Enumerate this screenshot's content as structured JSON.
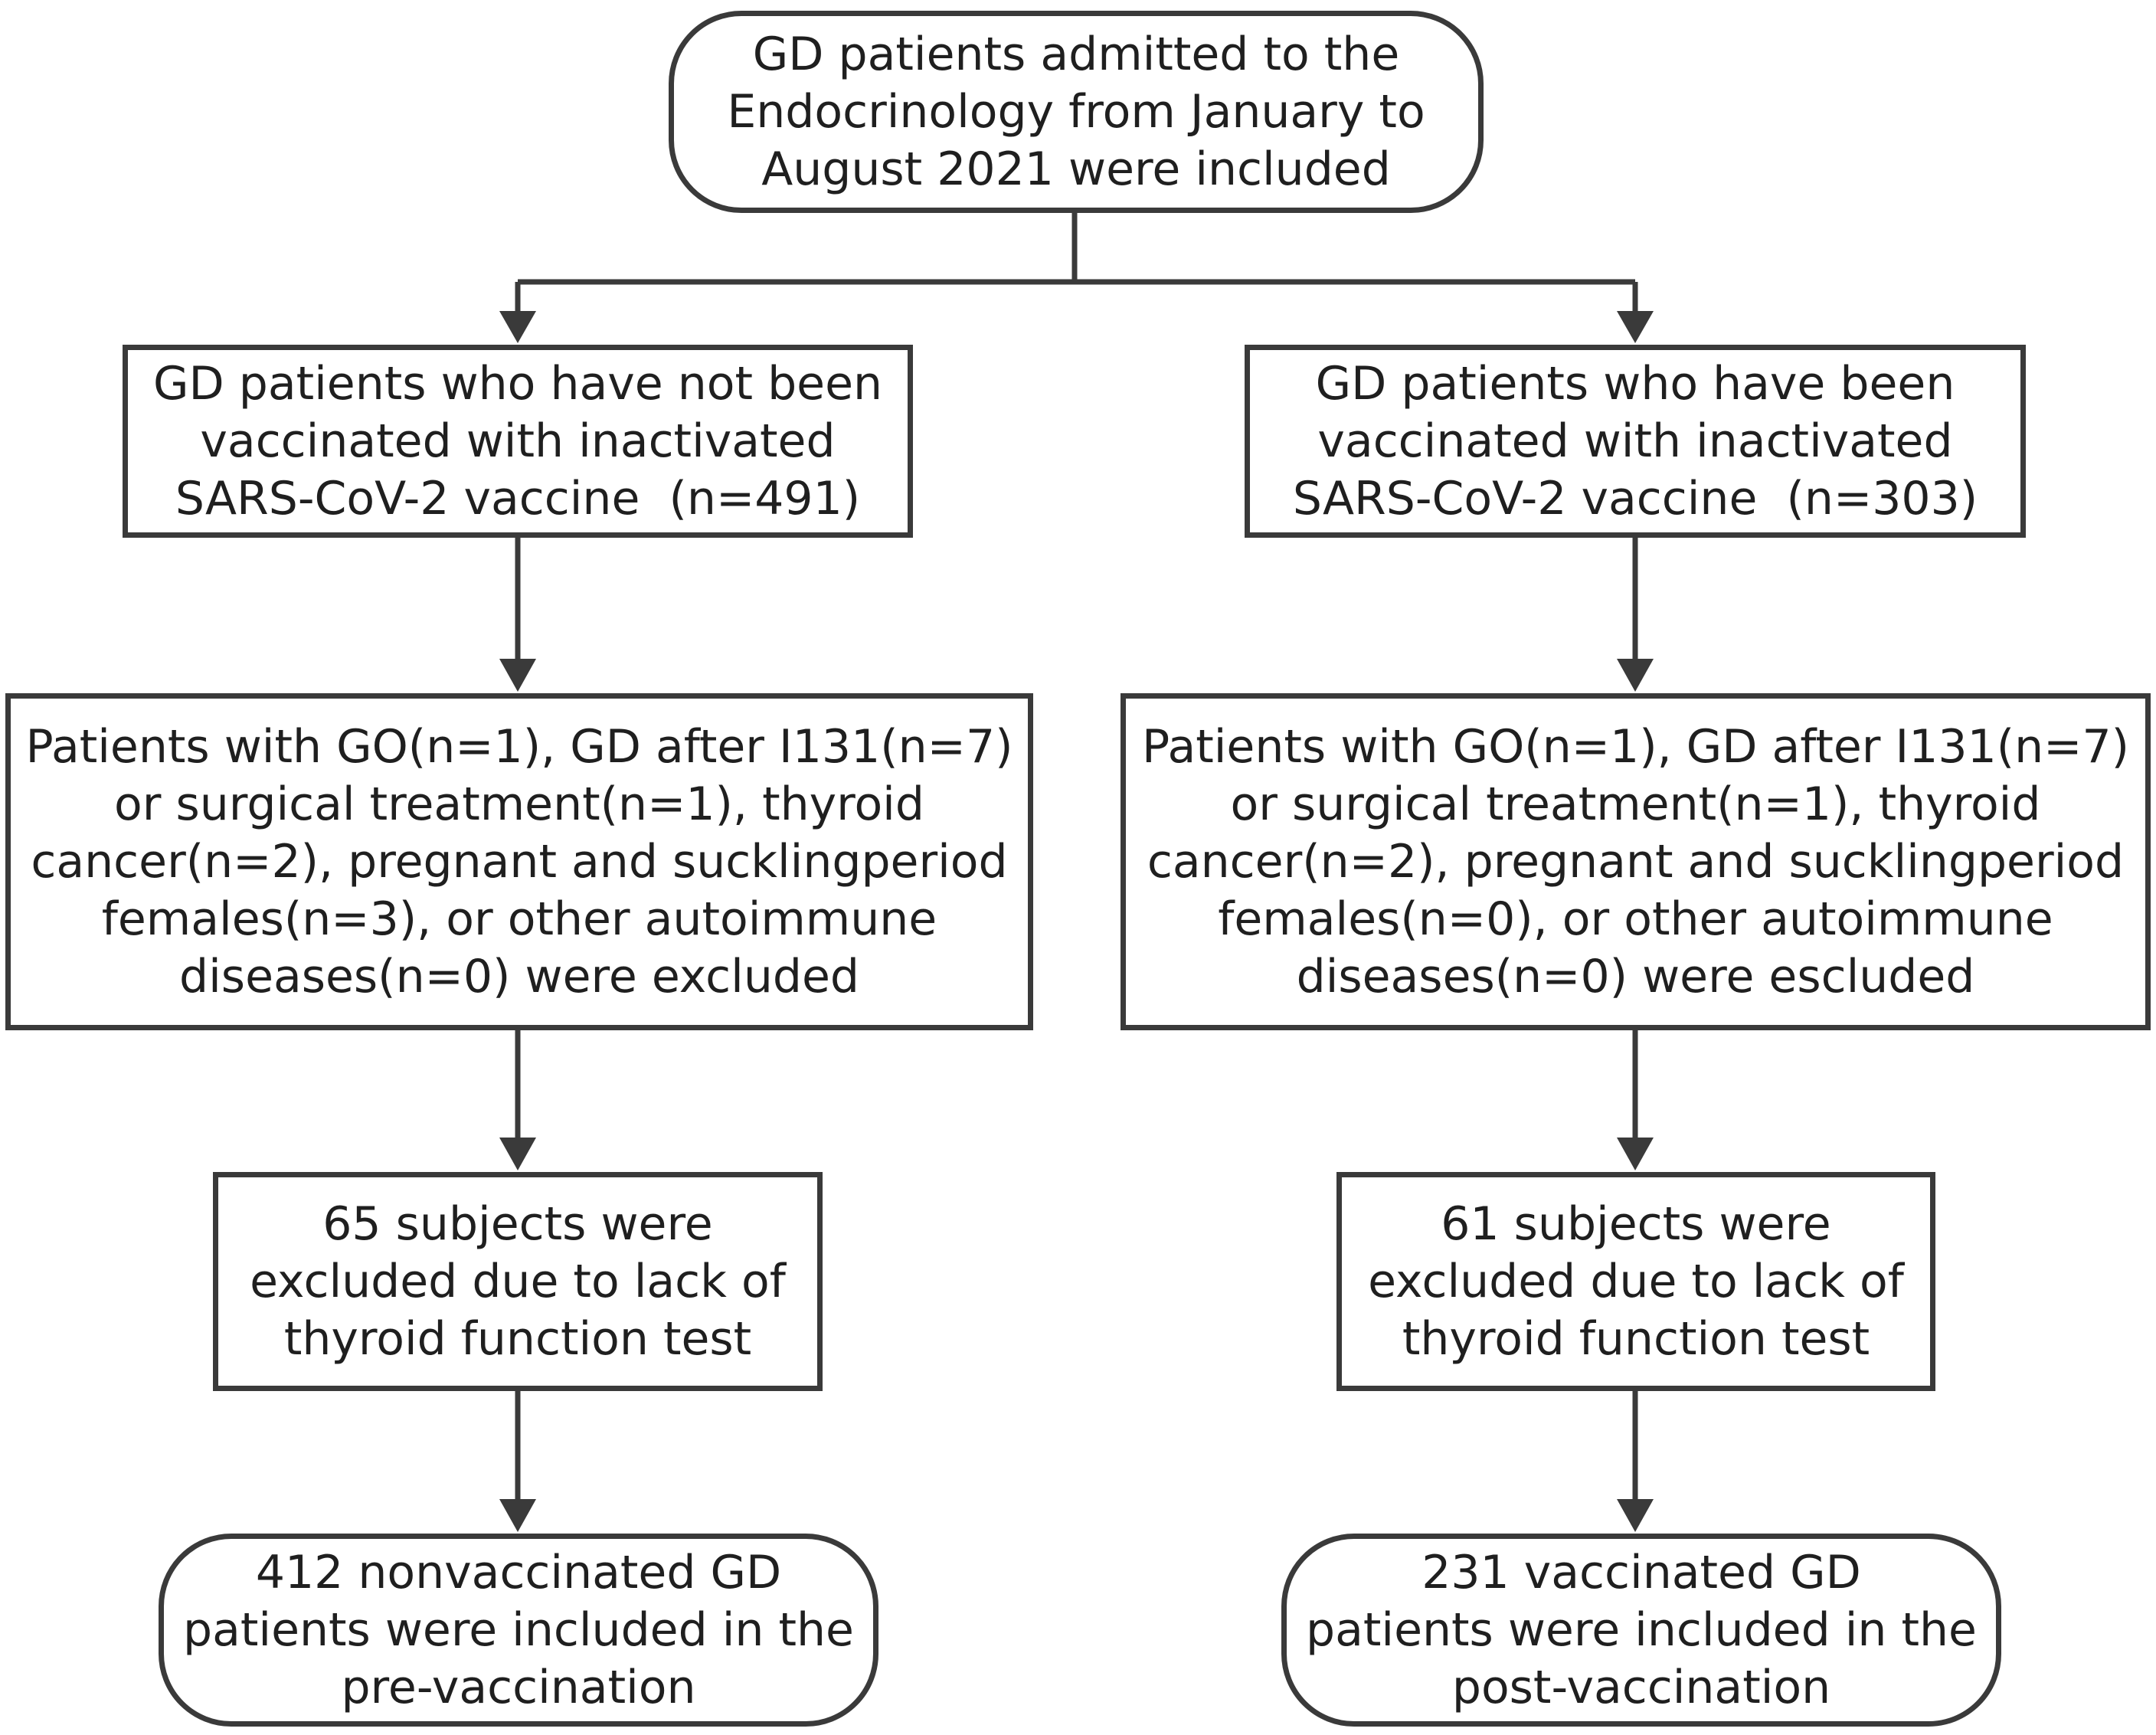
{
  "flowchart": {
    "start": {
      "lines": [
        "GD patients admitted to the",
        "Endocrinology from January to",
        "August 2021 were included"
      ]
    },
    "left": {
      "group": {
        "lines": [
          "GD patients who have not been",
          "vaccinated with inactivated",
          "SARS-CoV-2 vaccine  (n=491)"
        ]
      },
      "exclusion_criteria": {
        "lines": [
          "Patients with GO(n=1), GD after I131(n=7)",
          "or surgical treatment(n=1), thyroid",
          "cancer(n=2), pregnant and sucklingperiod",
          "females(n=3), or other autoimmune",
          "diseases(n=0) were excluded"
        ]
      },
      "exclusion_tests": {
        "lines": [
          "65 subjects were",
          "excluded due to lack of",
          "thyroid function test"
        ]
      },
      "final": {
        "lines": [
          "412 nonvaccinated GD",
          "patients were included in the",
          "pre-vaccination"
        ]
      }
    },
    "right": {
      "group": {
        "lines": [
          "GD patients who have been",
          "vaccinated with inactivated",
          "SARS-CoV-2 vaccine  (n=303)"
        ]
      },
      "exclusion_criteria": {
        "lines": [
          "Patients with GO(n=1), GD after I131(n=7)",
          "or surgical treatment(n=1), thyroid",
          "cancer(n=2), pregnant and sucklingperiod",
          "females(n=0), or other autoimmune",
          "diseases(n=0) were escluded"
        ]
      },
      "exclusion_tests": {
        "lines": [
          "61 subjects were",
          "excluded due to lack of",
          "thyroid function test"
        ]
      },
      "final": {
        "lines": [
          "231 vaccinated GD",
          "patients were included in the",
          "post-vaccination"
        ]
      }
    }
  },
  "colors": {
    "stroke": "#3a3a3a",
    "text": "#1f1f1f",
    "background": "#ffffff"
  }
}
